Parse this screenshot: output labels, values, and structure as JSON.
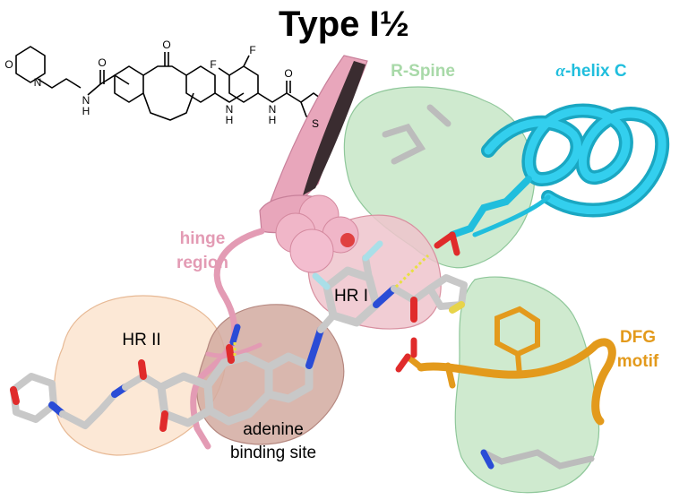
{
  "title": "Type I½",
  "labels": {
    "hinge_line1": "hinge",
    "hinge_line2": "region",
    "r_spine": "R-Spine",
    "helix_alpha": "α",
    "helix_rest": "-helix C",
    "dfg_line1": "DFG",
    "dfg_line2": "motif",
    "hr2": "HR II",
    "hr1": "HR I",
    "adenine_line1": "adenine",
    "adenine_line2": "binding site"
  },
  "structure_atoms": {
    "morpholine_o": "O",
    "morpholine_n": "N",
    "amide1_o": "O",
    "amide1_nh": "N",
    "amide1_h": "H",
    "ketone_o": "O",
    "nh_n": "N",
    "nh_h": "H",
    "f_top": "F",
    "f_left": "F",
    "amide2_o": "O",
    "amide2_nh": "N",
    "amide2_h": "H",
    "thiophene_s": "S"
  },
  "colors": {
    "hinge": "#e39bb4",
    "r_spine": "#a8d9a8",
    "helix": "#20bedd",
    "dfg": "#e39a1c",
    "hr2_fill": "#fbe4cf",
    "hr1_fill": "#efc4cc",
    "adenine_fill": "#d2aaa0"
  }
}
